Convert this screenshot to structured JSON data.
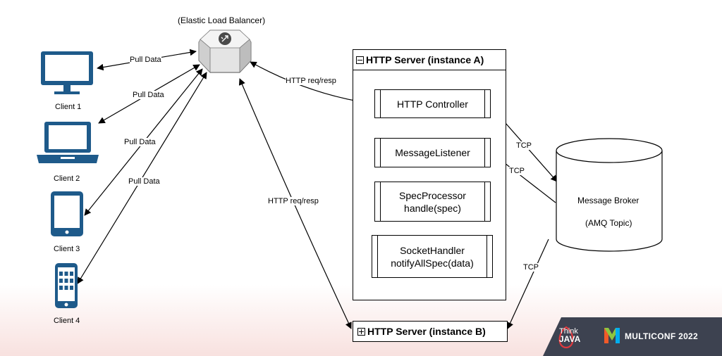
{
  "load_balancer": {
    "label": "(Elastic Load Balancer)"
  },
  "clients": [
    {
      "label": "Client 1"
    },
    {
      "label": "Client 2"
    },
    {
      "label": "Client 3"
    },
    {
      "label": "Client 4"
    }
  ],
  "edges": {
    "pull_data_1": "Pull Data",
    "pull_data_2": "Pull Data",
    "pull_data_3": "Pull Data",
    "pull_data_4": "Pull Data",
    "http_a": "HTTP req/resp",
    "http_b": "HTTP req/resp",
    "tcp_1": "TCP",
    "tcp_2": "TCP",
    "tcp_3": "TCP"
  },
  "server_a": {
    "title": "HTTP Server (instance A)",
    "http_controller": "HTTP Controller",
    "message_listener": "MessageListener",
    "spec_processor_line1": "SpecProcessor",
    "spec_processor_line2": "handle(spec)",
    "socket_handler_line1": "SocketHandler",
    "socket_handler_line2": "notifyAllSpec(data)"
  },
  "server_b": {
    "title": "HTTP Server (instance B)"
  },
  "broker": {
    "line1": "Message Broker",
    "line2": "(AMQ Topic)"
  },
  "branding": {
    "think": "Think",
    "java": "JAVA",
    "multiconf": "MULTICONF 2022"
  },
  "colors": {
    "device_blue": "#1e5a8a",
    "badge_bg": "#3d4250",
    "brand_red": "#e0393e"
  }
}
